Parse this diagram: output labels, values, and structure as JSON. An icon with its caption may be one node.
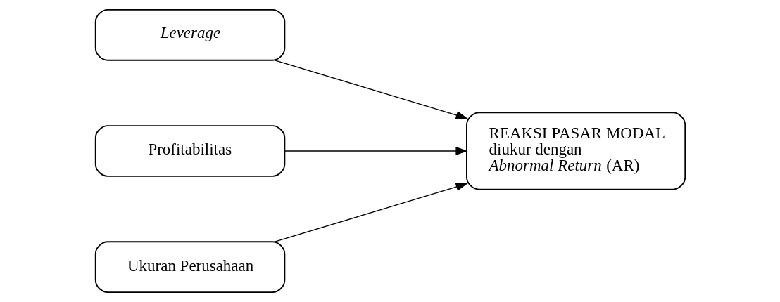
{
  "diagram": {
    "nodes": [
      {
        "text": [
          "Leverage"
        ]
      },
      {
        "text": [
          "Profitabilitas"
        ]
      },
      {
        "text": [
          "Ukuran Perusahaan"
        ]
      },
      {
        "text": [
          "REAKSI PASAR MODAL diukur dengan *Abnormal Return* (AR)"
        ]
      }
    ],
    "edges": [
      {
        "from": 0,
        "to": 3,
        "arrow": "to"
      },
      {
        "from": 1,
        "to": 3,
        "arrow": "to"
      },
      {
        "from": 2,
        "to": 3,
        "arrow": "to"
      }
    ]
  }
}
